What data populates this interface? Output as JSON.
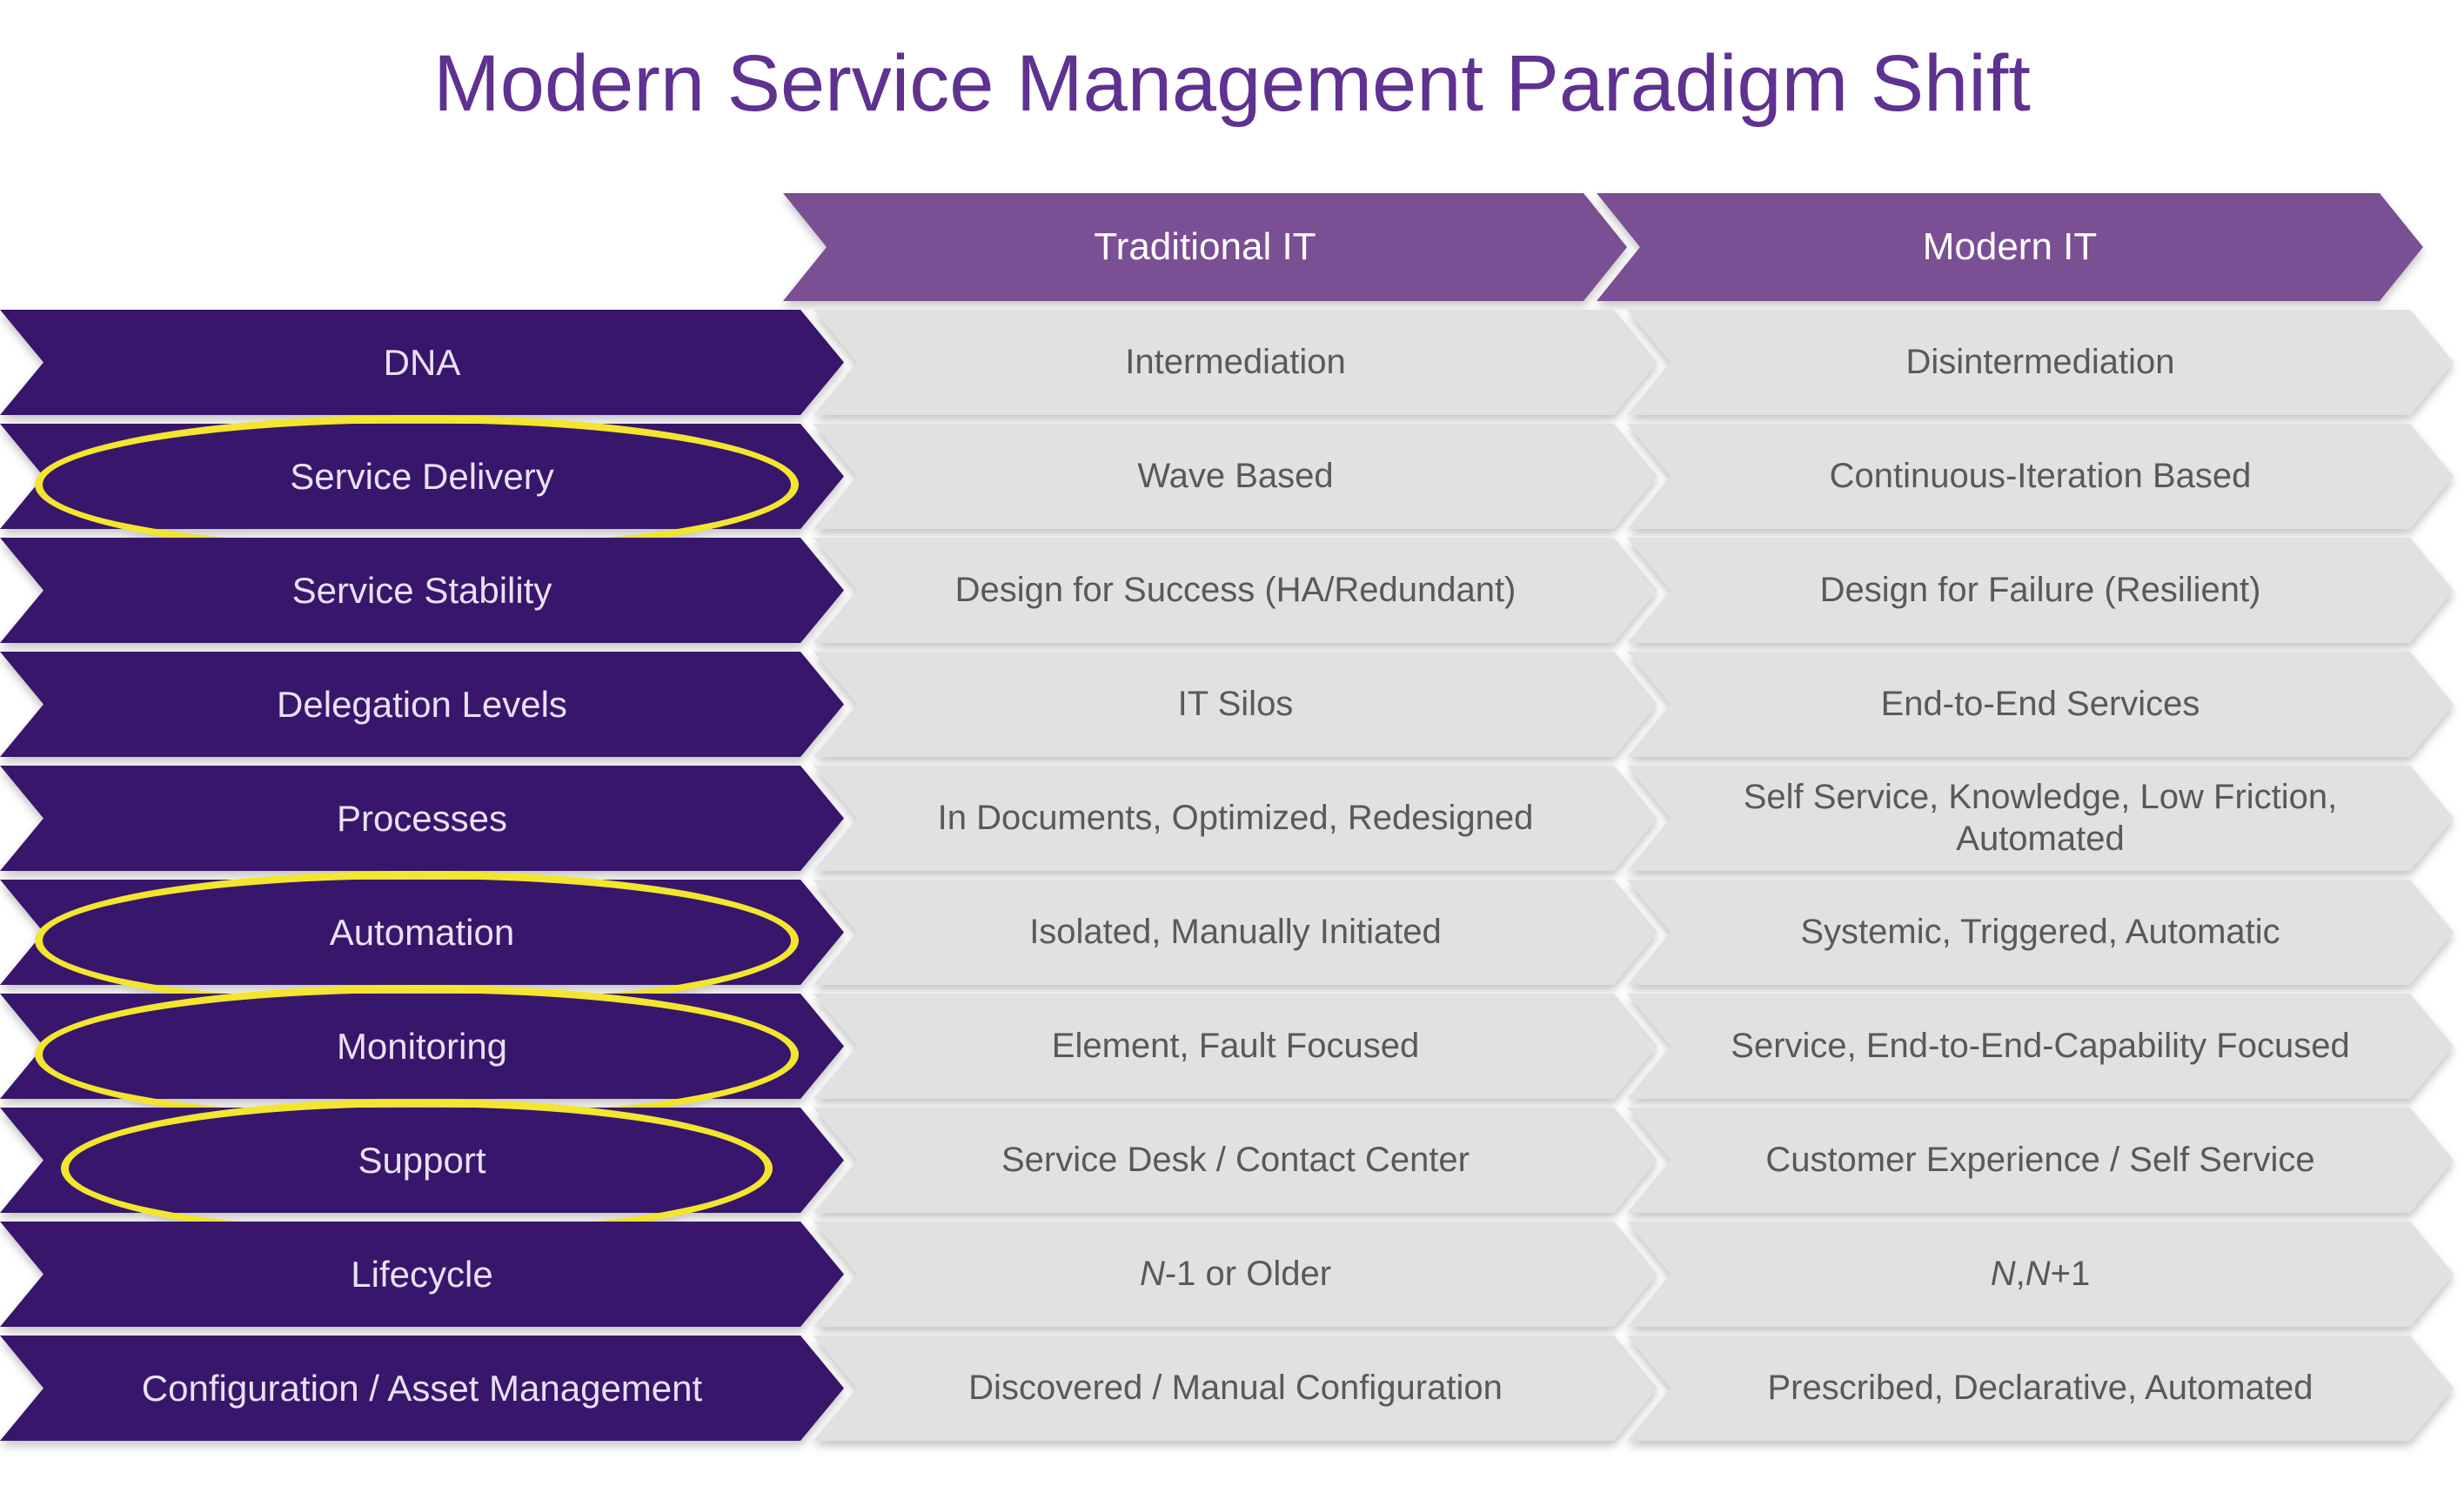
{
  "title": "Modern Service Management Paradigm Shift",
  "columns": {
    "traditional": "Traditional IT",
    "modern": "Modern IT"
  },
  "rows": [
    {
      "label": "DNA",
      "traditional": "Intermediation",
      "modern": "Disintermediation",
      "circled": false
    },
    {
      "label": "Service Delivery",
      "traditional": "Wave Based",
      "modern": "Continuous-Iteration Based",
      "circled": true
    },
    {
      "label": "Service Stability",
      "traditional": "Design for Success (HA/Redundant)",
      "modern": "Design for Failure (Resilient)",
      "circled": false
    },
    {
      "label": "Delegation Levels",
      "traditional": "IT Silos",
      "modern": "End-to-End Services",
      "circled": false
    },
    {
      "label": "Processes",
      "traditional": "In Documents, Optimized, Redesigned",
      "modern": "Self Service, Knowledge, Low Friction, Automated",
      "circled": false
    },
    {
      "label": "Automation",
      "traditional": "Isolated, Manually Initiated",
      "modern": "Systemic, Triggered, Automatic",
      "circled": true
    },
    {
      "label": "Monitoring",
      "traditional": "Element, Fault Focused",
      "modern": "Service, End-to-End-Capability Focused",
      "circled": true
    },
    {
      "label": "Support",
      "traditional": "Service Desk / Contact Center",
      "modern": "Customer Experience / Self Service",
      "circled": true
    },
    {
      "label": "Lifecycle",
      "traditional": "N-1 or Older",
      "modern": "N, N+1",
      "circled": false,
      "italic_n": true
    },
    {
      "label": "Configuration / Asset Management",
      "traditional": "Discovered / Manual Configuration",
      "modern": "Prescribed, Declarative, Automated",
      "circled": false
    }
  ],
  "colors": {
    "title_purple": "#5f3191",
    "header_purple": "#7b4f93",
    "label_purple": "#38166b",
    "label_text": "#e8e1f4",
    "cell_gray": "#e2e1e1",
    "cell_text_gray": "#595959",
    "highlight_yellow": "#f4e52e",
    "background": "#ffffff"
  }
}
